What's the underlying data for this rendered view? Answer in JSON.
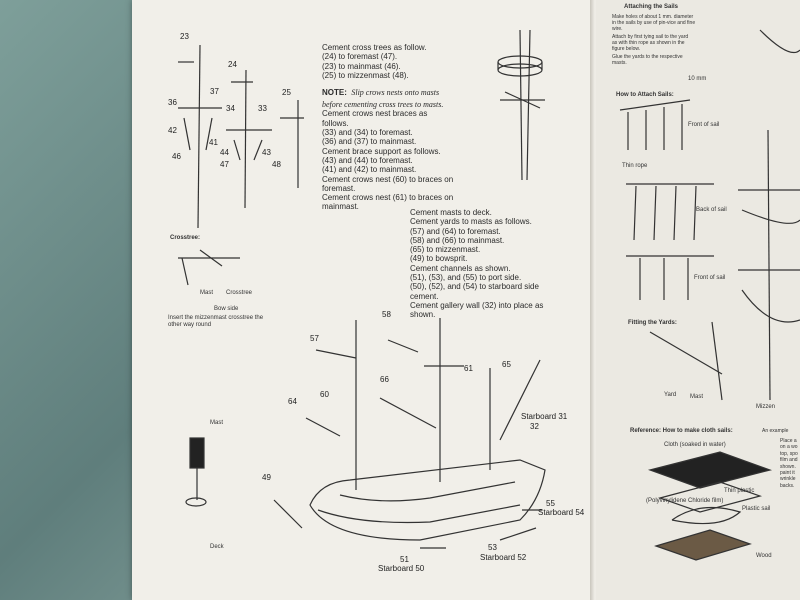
{
  "left_page": {
    "mast_labels": [
      "23",
      "24",
      "25",
      "36",
      "37",
      "34",
      "33",
      "42",
      "41",
      "44",
      "43",
      "46",
      "47",
      "48"
    ],
    "cross_trees": {
      "lines": [
        "Cement cross trees as follow.",
        "(24) to foremast (47).",
        "(23) to mainmast (46).",
        "(25) to mizzenmast (48)."
      ],
      "note_label": "NOTE:",
      "note_lines": [
        "Slip crows nests onto masts",
        "before cementing cross trees to masts."
      ],
      "more_lines": [
        "Cement crows nest braces as",
        "follows.",
        "(33) and (34) to foremast.",
        "(36) and (37) to mainmast.",
        "Cement brace support as follows.",
        "(43) and (44) to foremast.",
        "(41) and (42) to mainmast.",
        "Cement crows nest (60) to braces on",
        "foremast.",
        "Cement crows nest (61) to braces on",
        "mainmast."
      ]
    },
    "masts_text": [
      "Cement masts to deck.",
      "Cement yards to masts as follows.",
      "(57) and (64) to foremast.",
      "(58) and (66) to mainmast.",
      "(65) to mizzenmast.",
      "(49) to bowsprit.",
      "Cement channels as shown.",
      "(51), (53), and (55) to port side.",
      "(50), (52), and (54) to starboard side",
      "cement.",
      "Cement gallery wall (32) into place as",
      "shown."
    ],
    "crosstree_box": {
      "title": "Crosstree:",
      "mast": "Mast",
      "crosstree": "Crosstree",
      "bow_side": "Bow side",
      "note": "Insert the mizzenmast crosstree the\nother way round"
    },
    "mast_detail": {
      "mast": "Mast",
      "deck": "Deck"
    },
    "ship_labels": {
      "p57": "57",
      "p58": "58",
      "p61": "61",
      "p65": "65",
      "p66": "66",
      "p60": "60",
      "p64": "64",
      "p49": "49",
      "starboard31": "Starboard 31",
      "p32": "32",
      "p55": "55",
      "starboard54": "Starboard 54",
      "p53": "53",
      "starboard52": "Starboard 52",
      "p51": "51",
      "starboard50": "Starboard 50"
    }
  },
  "right_page": {
    "title": "Attaching the Sails",
    "bullets": [
      "Make holes of about 1 mm. diameter\nin the sails by use of pin-vice and fine\nwire.",
      "Attach by first tying sail to the yard\nas with thin rope as shown in the\nfigure below.",
      "Glue the yards to the respective\nmasts."
    ],
    "how_to": "How to Attach Sails:",
    "mm": "10 mm",
    "front_of_sail": "Front of sail",
    "thin_rope": "Thin rope",
    "back_of_sail": "Back of sail",
    "front_of_sail2": "Front of sail",
    "fitting": "Fitting the Yards:",
    "yard": "Yard",
    "mast": "Mast",
    "reference": "Reference: How to make cloth sails:",
    "example": "An example",
    "cloth": "Cloth (soaked in water)",
    "thin_plastic": "Thin plastic",
    "poly": "(Polyvinylidene Chloride film)",
    "plastic_sail": "Plastic sail",
    "wood": "Wood",
    "side_text": "Place a\non a wo\ntop, spo\nfilm and\nshown.\npaint it\nwrinkle\nbacks.",
    "mizzen": "Mizzen"
  }
}
